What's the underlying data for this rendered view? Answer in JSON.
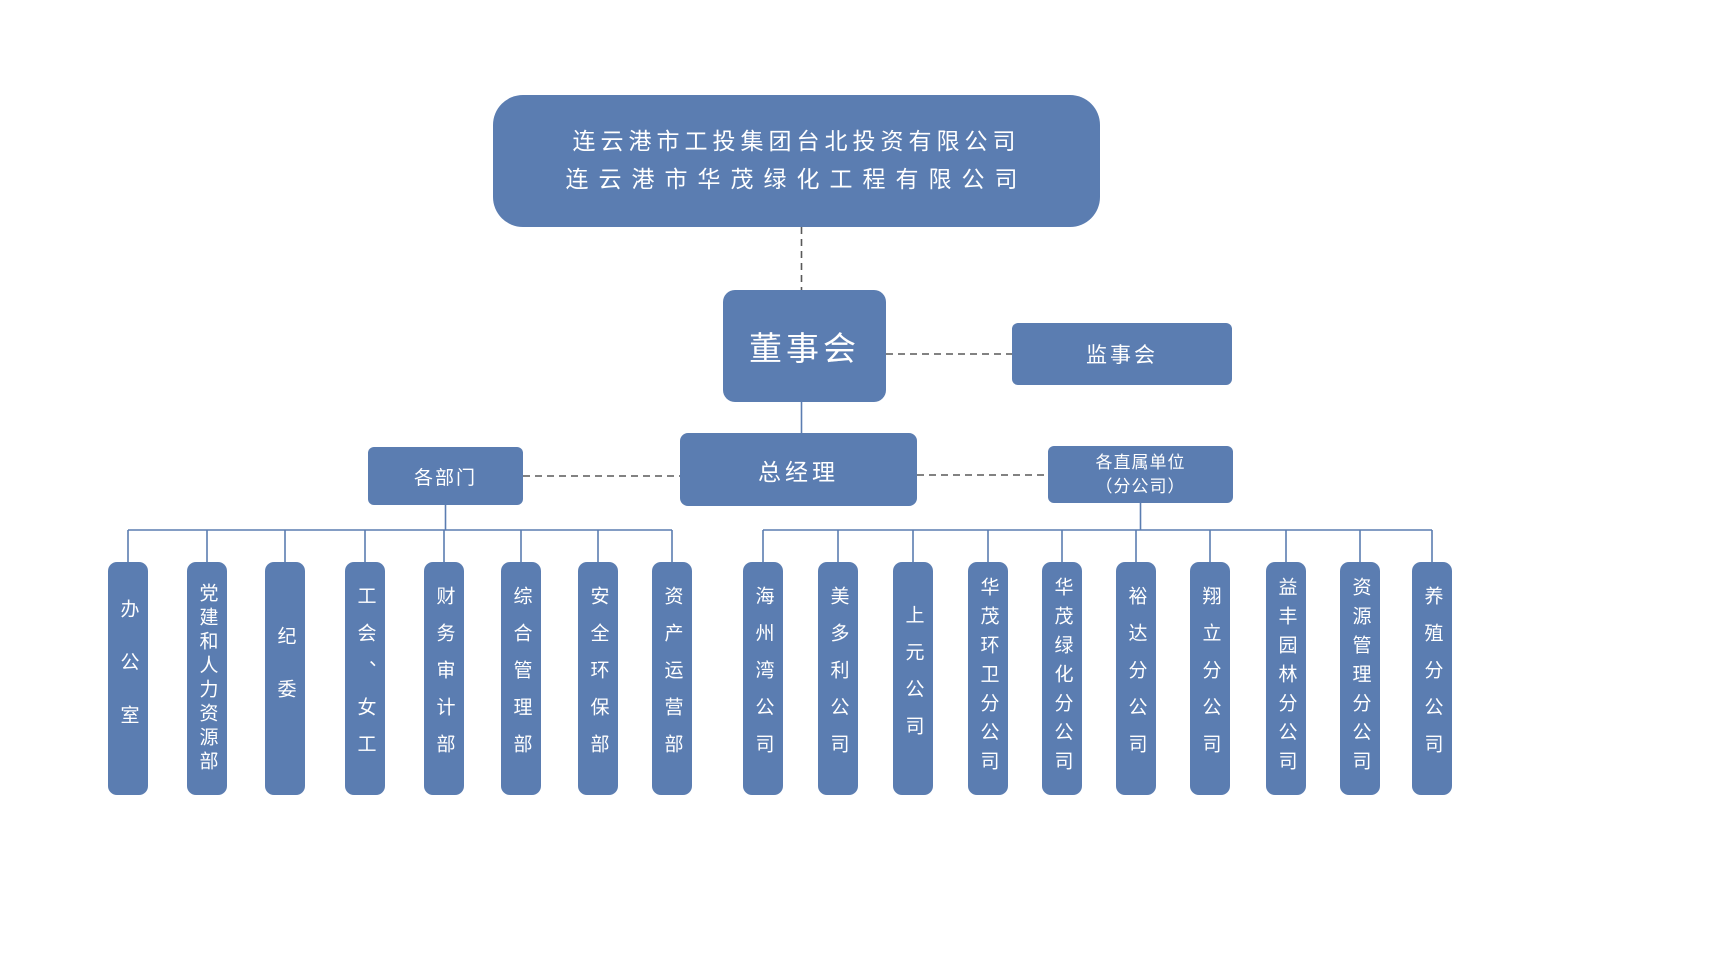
{
  "colors": {
    "background": "#ffffff",
    "box_fill": "#5b7db1",
    "connector_line": "#5b7db1",
    "dashed_line": "#595959",
    "text": "#ffffff"
  },
  "root": {
    "line1": "连云港市工投集团台北投资有限公司",
    "line2": "连云港市华茂绿化工程有限公司"
  },
  "nodes": {
    "board": "董事会",
    "supervisory": "监事会",
    "general_manager": "总经理",
    "departments_group": "各部门",
    "branches_group_line1": "各直属单位",
    "branches_group_line2": "（分公司）"
  },
  "departments": [
    {
      "label": "办公室"
    },
    {
      "label": "党建和人力资源部"
    },
    {
      "label": "纪委"
    },
    {
      "label": "工会、女工"
    },
    {
      "label": "财务审计部"
    },
    {
      "label": "综合管理部"
    },
    {
      "label": "安全环保部"
    },
    {
      "label": "资产运营部"
    }
  ],
  "branches": [
    {
      "label": "海州湾公司"
    },
    {
      "label": "美多利公司"
    },
    {
      "label": "上元公司"
    },
    {
      "label": "华茂环卫分公司"
    },
    {
      "label": "华茂绿化分公司"
    },
    {
      "label": "裕达分公司"
    },
    {
      "label": "翔立分公司"
    },
    {
      "label": "益丰园林分公司"
    },
    {
      "label": "资源管理分公司"
    },
    {
      "label": "养殖分公司"
    }
  ]
}
